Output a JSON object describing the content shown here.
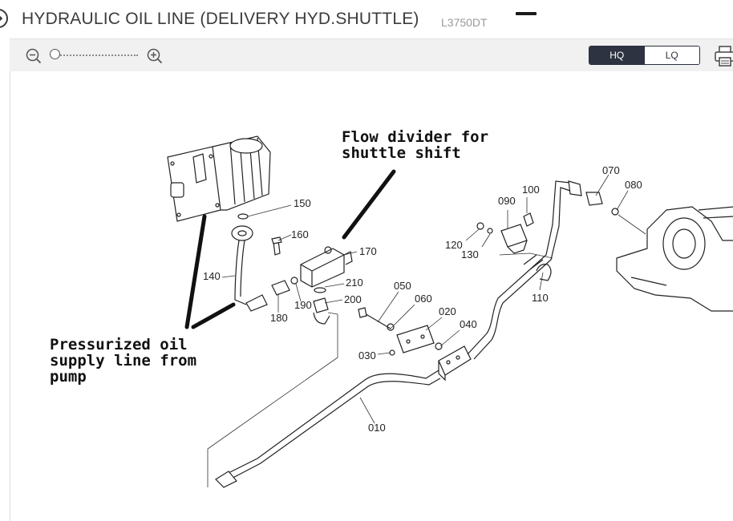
{
  "header": {
    "title": "HYDRAULIC OIL LINE (DELIVERY HYD.SHUTTLE)",
    "model": "L3750DT"
  },
  "toolbar": {
    "quality_hq": "HQ",
    "quality_lq": "LQ",
    "selected_quality": "HQ",
    "zoom_level": 0
  },
  "icons": {
    "back": "back-arrow-icon",
    "zoom_out": "zoom-out-icon",
    "zoom_in": "zoom-in-icon",
    "print": "print-icon"
  },
  "annotations": {
    "flow_divider_line1": "Flow divider for",
    "flow_divider_line2": "shuttle shift",
    "supply_line1": "Pressurized oil",
    "supply_line2": "supply line from",
    "supply_line3": "pump"
  },
  "parts": [
    "150",
    "160",
    "170",
    "140",
    "210",
    "190",
    "200",
    "180",
    "050",
    "060",
    "020",
    "040",
    "030",
    "010",
    "090",
    "100",
    "120",
    "130",
    "070",
    "080",
    "110"
  ]
}
